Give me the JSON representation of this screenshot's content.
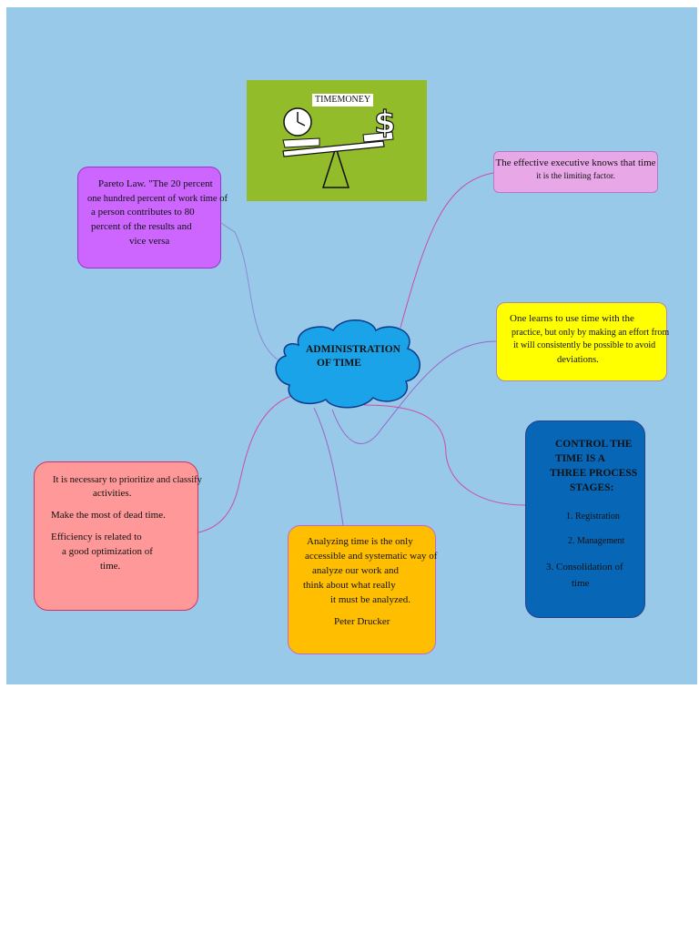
{
  "central": {
    "title_line1": "ADMINISTRATION",
    "title_line2": "OF TIME"
  },
  "picture": {
    "label": "TIMEMONEY",
    "bg_color": "#92bc2a"
  },
  "nodes": {
    "pareto": {
      "color": "#cc66ff",
      "lines": [
        "Pareto Law. \"The 20 percent",
        "one hundred percent of work time of",
        "a person contributes to 80",
        "percent of the results and",
        "vice versa"
      ]
    },
    "executive": {
      "color": "#e8a7e6",
      "lines": [
        "The effective executive knows that time",
        "it is the limiting factor."
      ]
    },
    "learn": {
      "color": "#ffff00",
      "lines": [
        "One learns to use time with the",
        "practice, but only by making an effort from",
        "it will consistently be possible to avoid",
        "deviations."
      ]
    },
    "control": {
      "color": "#0766b5",
      "title_lines": [
        "CONTROL THE",
        "TIME IS A",
        "THREE PROCESS",
        "STAGES:"
      ],
      "items": [
        "1. Registration",
        "2. Management",
        "3. Consolidation of",
        "time"
      ]
    },
    "analyze": {
      "color": "#ffbf00",
      "lines": [
        "Analyzing time is the only",
        "accessible and systematic way of",
        "analyze our work and",
        "think about what really",
        "it must be analyzed.",
        "Peter Drucker"
      ]
    },
    "prioritize": {
      "color": "#ff9999",
      "lines": [
        "It is necessary to prioritize and classify",
        "activities.",
        "Make the most of dead time.",
        "Efficiency is related to",
        "a good optimization of",
        "time."
      ]
    }
  },
  "colors": {
    "canvas": "#99c9e8",
    "cloud": "#1aa3e8",
    "link_pink": "#cc4da6",
    "link_purple": "#9966cc"
  }
}
